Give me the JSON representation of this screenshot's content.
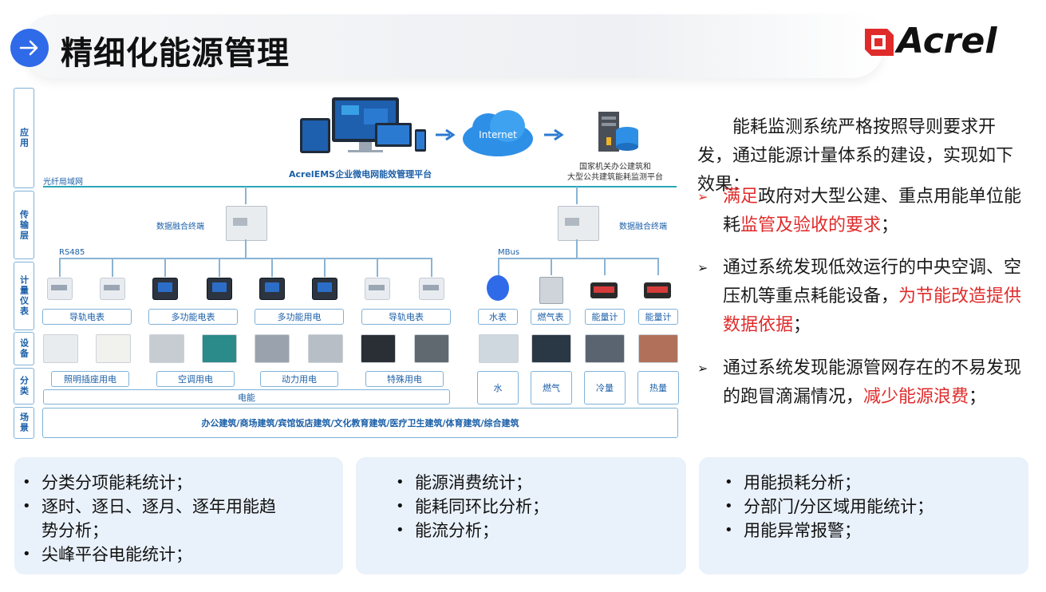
{
  "title": "精细化能源管理",
  "brand": "Acrel",
  "colors": {
    "accent_blue": "#2f6ae8",
    "brand_red": "#e02b2b",
    "teal_line": "#2aa6b8",
    "diagram_blue": "#1b5fa8",
    "panel_bg": "#e9f1fa"
  },
  "diagram": {
    "layers": [
      "应用",
      "传输层",
      "计量仪表",
      "设备",
      "分类",
      "场景"
    ],
    "platform": "AcrelEMS企业微电网能效管理平台",
    "internet": "Internet",
    "gov_platform_line1": "国家机关办公建筑和",
    "gov_platform_line2": "大型公共建筑能耗监测平台",
    "network": "光纤局域网",
    "terminal_left": "数据融合终端",
    "terminal_right": "数据融合终端",
    "bus_left": "RS485",
    "bus_right": "MBus",
    "meter_groups": [
      "导轨电表",
      "多功能电表",
      "多功能用电",
      "导轨电表"
    ],
    "meter_right": [
      "水表",
      "燃气表",
      "能量计",
      "能量计"
    ],
    "categories": [
      "照明插座用电",
      "空调用电",
      "动力用电",
      "特殊用电"
    ],
    "electric": "电能",
    "utility": [
      "水",
      "燃气",
      "冷量",
      "热量"
    ],
    "scenes": "办公建筑/商场建筑/宾馆饭店建筑/文化教育建筑/医疗卫生建筑/体育建筑/综合建筑"
  },
  "intro": "能耗监测系统严格按照导则要求开发，通过能源计量体系的建设，实现如下效果：",
  "bullets": [
    {
      "red1": "满足",
      "mid": "政府对大型公建、重点用能单位能耗",
      "red2": "监管及验收的要求",
      "end": "；"
    },
    {
      "pre": "通过系统发现低效运行的中央空调、空压机等重点耗能设备，",
      "red": "为节能改造提供数据依据",
      "end": "；"
    },
    {
      "pre": "通过系统发现能源管网存在的不易发现的跑冒滴漏情况，",
      "red": "减少能源浪费",
      "end": "；"
    }
  ],
  "panels": [
    [
      "分类分项能耗统计；",
      "逐时、逐日、逐月、逐年用能趋势分析；",
      "尖峰平谷电能统计；"
    ],
    [
      "能源消费统计；",
      "能耗同环比分析；",
      "能流分析；"
    ],
    [
      "用能损耗分析；",
      "分部门/分区域用能统计；",
      "用能异常报警；"
    ]
  ]
}
